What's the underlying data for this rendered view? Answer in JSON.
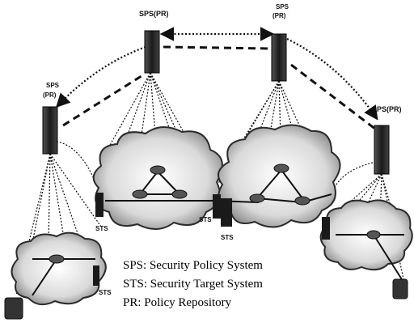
{
  "nodes": {
    "sps_top_left": "SPS(PR)",
    "sps_top_right_line1": "SPS",
    "sps_top_right_line2": "(PR)",
    "sps_left_line1": "SPS",
    "sps_left_line2": "(PR)",
    "sps_right": "SPS(PR)",
    "sts_labels": [
      "STS",
      "STS",
      "STS",
      "STS"
    ]
  },
  "legend": {
    "sps": "SPS: Security Policy System",
    "sts": "STS: Security Target System",
    "pr": "PR: Policy Repository"
  },
  "colors": {
    "ink": "#111111",
    "cloud_fill": "#e8e8e8",
    "cloud_edge": "#2a2a2a",
    "server": "#2b2b2b"
  }
}
